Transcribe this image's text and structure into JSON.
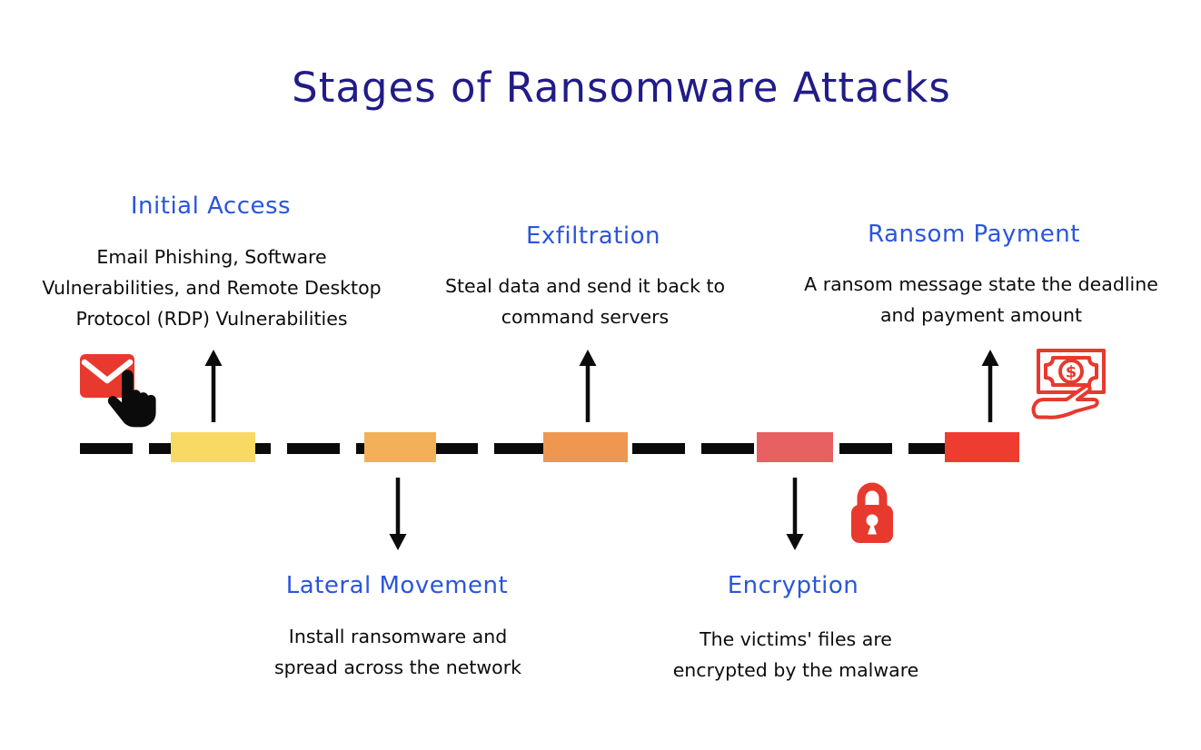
{
  "title": "Stages of Ransomware Attacks",
  "stages": [
    {
      "name": "Initial Access",
      "description": "Email Phishing, Software\nVulnerabilities, and Remote Desktop\nProtocol (RDP) Vulnerabilities",
      "placement": "top",
      "segment_color": "#f8d964",
      "icon": "email-click-icon"
    },
    {
      "name": "Lateral Movement",
      "description": "Install ransomware and\nspread across the network",
      "placement": "bottom",
      "segment_color": "#f2b159",
      "icon": ""
    },
    {
      "name": "Exfiltration",
      "description": "Steal data and send it back to\ncommand servers",
      "placement": "top",
      "segment_color": "#ef9750",
      "icon": ""
    },
    {
      "name": "Encryption",
      "description": "The victims' files are\nencrypted by the malware",
      "placement": "bottom",
      "segment_color": "#e86161",
      "icon": "lock-icon"
    },
    {
      "name": "Ransom Payment",
      "description": "A ransom message state the deadline\nand payment amount",
      "placement": "top",
      "segment_color": "#ee3c31",
      "icon": "money-hand-icon"
    }
  ],
  "colors": {
    "title": "#211c87",
    "stage_heading": "#2b55dc",
    "body_text": "#0c0c0c",
    "timeline": "#0a0a0a",
    "icon_red": "#e8392e",
    "background": "#ffffff"
  },
  "currency_symbol": "$"
}
